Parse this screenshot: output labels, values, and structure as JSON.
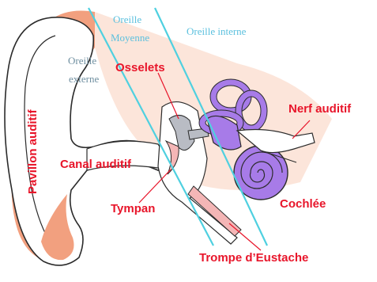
{
  "regions": {
    "middle_ear_line1": "Oreille",
    "middle_ear_line2": "Moyenne",
    "inner_ear": "Oreille interne",
    "outer_ear_line1": "Oreille",
    "outer_ear_line2": "externe"
  },
  "labels": {
    "pinna": "Pavillon auditif",
    "ossicles": "Osselets",
    "ear_canal": "Canal auditif",
    "eardrum": "Tympan",
    "auditory_nerve": "Nerf auditif",
    "cochlea": "Cochlée",
    "eustachian_tube": "Trompe d’Eustache"
  },
  "colors": {
    "region_text": "#5bc0de",
    "divider_line": "#4fd0e0",
    "label_text": "#e8152a",
    "skin": "#f2a07f",
    "skin_light": "#f9d0bc",
    "inner_ear": "#a77be8",
    "ossicle_gray": "#b9bcc4",
    "outline": "#2b2b2b"
  }
}
